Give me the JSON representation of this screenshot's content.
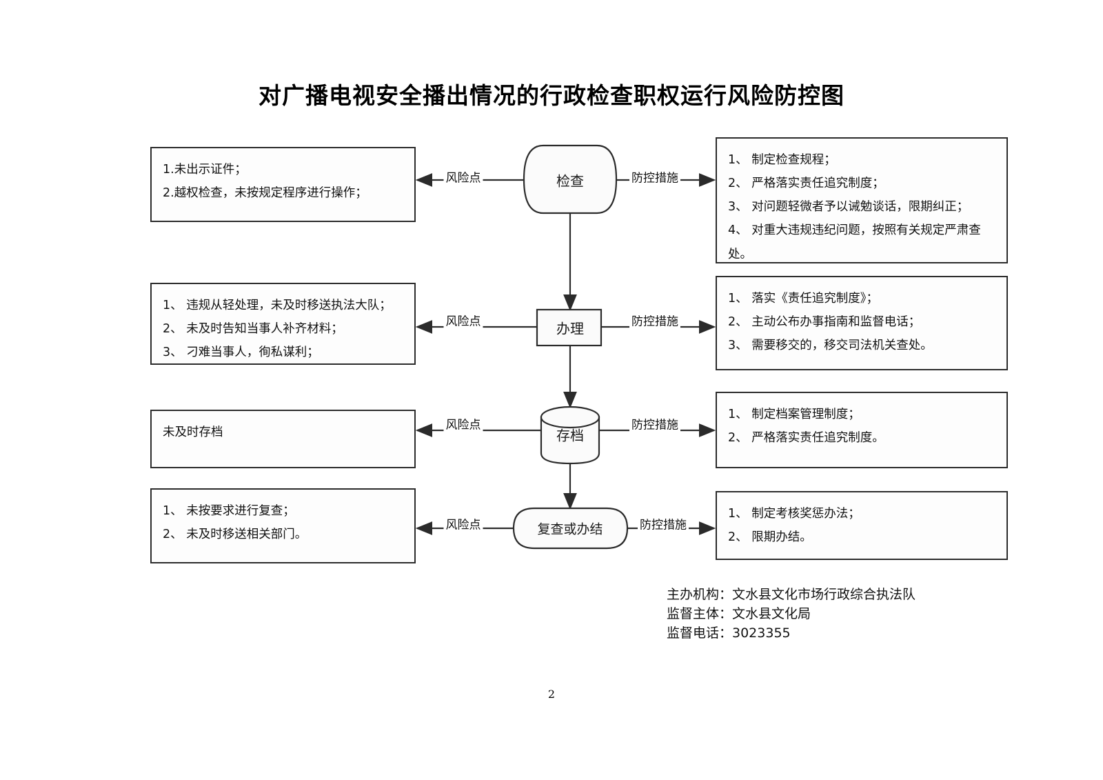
{
  "document": {
    "title": "对广播电视安全播出情况的行政检查职权运行风险防控图",
    "page_number": "2"
  },
  "edge_labels": {
    "risk": "风险点",
    "control": "防控措施"
  },
  "rows": [
    {
      "node": "检查",
      "node_shape": "rounded-terminator",
      "risk_label": "风险点",
      "control_label": "防控措施",
      "risks": [
        "1.未出示证件；",
        "2.越权检查，未按规定程序进行操作；"
      ],
      "controls": [
        "1、 制定检查规程；",
        "2、 严格落实责任追究制度；",
        "3、 对问题轻微者予以诫勉谈话，限期纠正；",
        "4、 对重大违规违纪问题，按照有关规定严肃查处。"
      ]
    },
    {
      "node": "办理",
      "node_shape": "rectangle",
      "risk_label": "风险点",
      "control_label": "防控措施",
      "risks": [
        "1、 违规从轻处理，未及时移送执法大队；",
        "2、 未及时告知当事人补齐材料；",
        "3、 刁难当事人，徇私谋利；"
      ],
      "controls": [
        "1、 落实《责任追究制度》；",
        "2、 主动公布办事指南和监督电话；",
        "3、 需要移交的，移交司法机关查处。"
      ]
    },
    {
      "node": "存档",
      "node_shape": "cylinder",
      "risk_label": "风险点",
      "control_label": "防控措施",
      "risks": [
        "未及时存档"
      ],
      "controls": [
        "1、 制定档案管理制度；",
        "2、 严格落实责任追究制度。"
      ]
    },
    {
      "node": "复查或办结",
      "node_shape": "stadium",
      "risk_label": "风险点",
      "control_label": "防控措施",
      "risks": [
        "1、 未按要求进行复查；",
        "2、 未及时移送相关部门。"
      ],
      "controls": [
        "1、 制定考核奖惩办法；",
        "2、 限期办结。"
      ]
    }
  ],
  "footer": {
    "organizer": "主办机构：文水县文化市场行政综合执法队",
    "supervisor": "监督主体：文水县文化局",
    "phone": "监督电话：3023355"
  },
  "colors": {
    "stroke": "#2b2b2b",
    "text": "#111111",
    "background": "#ffffff"
  }
}
